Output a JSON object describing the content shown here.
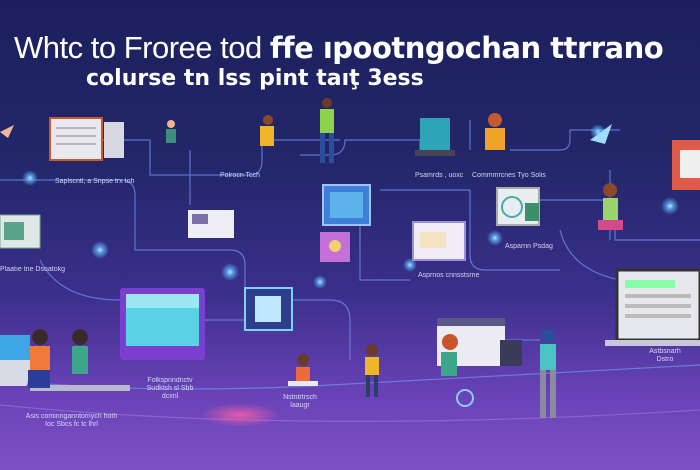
{
  "title": {
    "line1_light": "Whtc to Froree tod",
    "line1_bold": "ffe ıpootngochan ttrrano",
    "line2": "colurse tn lss pint taıţ 3ess"
  },
  "labels": [
    "Saplscntl, a Snpse trx toh",
    "Polrocn Tcch",
    "Psamrds , uoxc",
    "Commmrcnes Tyo Solis",
    "Plaatıe tne Dsoatokg",
    "Asparnn Psdag",
    "Asprnos cnnsstsrne",
    "Folkspnndnctv Sudktsh sl Sbb dcxnl",
    "Asis cominnganntomych hoth Ioc Sbcs fc tc lhrl",
    "Nstntrtrsch laaugr",
    "Astbsnarh Dstro"
  ],
  "colors": {
    "bg_top": "#1d1f5c",
    "bg_bottom": "#7d52c4",
    "line": "#6f8df0",
    "glow": "#7fd2ff",
    "accent_purple": "#7b3fd0"
  },
  "icons": [
    "document-icon",
    "monitor-icon",
    "laptop-icon",
    "person-icon",
    "rocket-icon",
    "chart-icon"
  ]
}
